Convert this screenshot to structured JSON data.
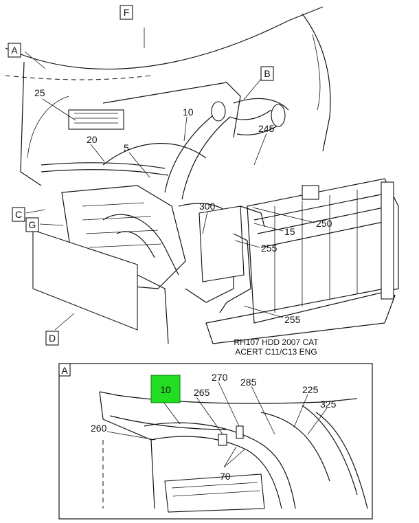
{
  "callouts_main": [
    "F",
    "A",
    "B",
    "C",
    "G",
    "D"
  ],
  "part_numbers_main": [
    "25",
    "10",
    "245",
    "20",
    "5",
    "300",
    "250",
    "15",
    "255",
    "255"
  ],
  "caption": [
    "RH107 HDD 2007 CAT",
    "ACERT C11/C13 ENG"
  ],
  "detail": {
    "label": "A",
    "highlighted_part": "10",
    "highlight_color": "#22dd22",
    "part_numbers": [
      "270",
      "285",
      "265",
      "225",
      "325",
      "260",
      "70"
    ]
  }
}
